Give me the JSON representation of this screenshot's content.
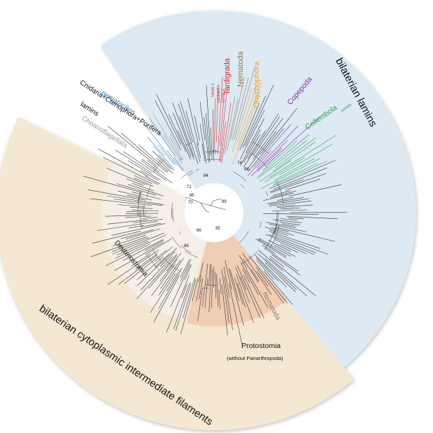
{
  "figure": {
    "clade_labels": {
      "bilaterian_lamins": "bilaterian lamins",
      "cytoplasmic_if": "bilaterian cytoplasmic intermediate filaments",
      "deuterostomia": "Deuterostomia",
      "protostomia": "Protostomia",
      "protostomia_note": "(without Panarthropoda)",
      "nematoda_inner": "Nematoda",
      "nematocilins": "nematocilins",
      "cnidaria": "Cnidaria+Ctenophora+Porifera",
      "cnidaria_lamins": "lamins",
      "choanoflagellata": "Choanoflagellata",
      "tardigrada": "Tardigrada",
      "nematoda_outer": "Nematoda",
      "onychophora": "Onychophora",
      "copepoda": "Copepoda",
      "collembola": "Collembola",
      "lamin1": "lamin-1",
      "cytotardin": "cytotardin",
      "lamin2": "lamin-2",
      "isomin": "isomin"
    },
    "bootstrap_values": [
      "84",
      "71",
      "85",
      "70",
      "99",
      "66",
      "88",
      "95",
      "77",
      "74",
      "98"
    ],
    "colors": {
      "lamins_bg": "#dde9f3",
      "cytoplasmic_bg": "#f5e8d3",
      "deutero_bg": "#f5efe8",
      "proto_bg": "#f0cdb5",
      "tardigrada": "#d9262e",
      "nematoda": "#8c7a5a",
      "onychophora": "#e3a23b",
      "copepoda": "#8a2d96",
      "collembola": "#2fa05a",
      "nematocilins": "#2a80c0",
      "choanoflagellata": "#999999",
      "tree": "#333333"
    }
  }
}
